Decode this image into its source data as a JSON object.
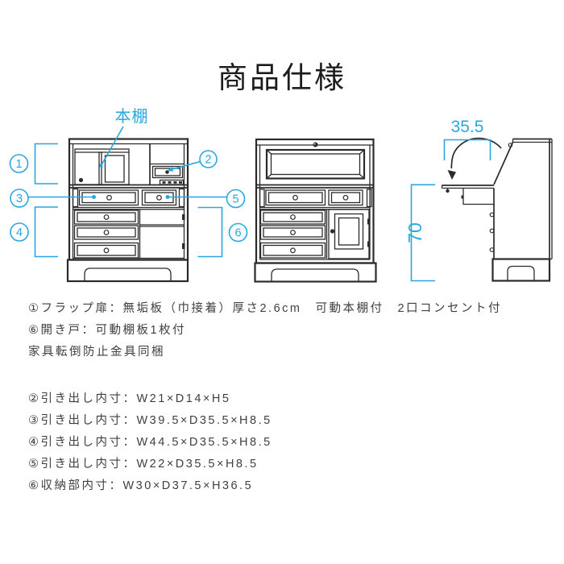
{
  "title": "商品仕様",
  "colors": {
    "annotation_blue": "#2aa7dc",
    "line_dark": "#2b2b2b",
    "body_text": "#3f3f3f"
  },
  "diagram": {
    "bookshelf_label": "本棚",
    "callouts": [
      "1",
      "2",
      "3",
      "4",
      "5",
      "6"
    ],
    "dimensions": {
      "flap_depth": "35.5",
      "desk_height": "70"
    }
  },
  "notes": [
    "①フラップ扉：無垢板（巾接着）厚さ2.6cm　可動本棚付　2口コンセント付",
    "⑥開き戸：可動棚板1枚付",
    "家具転倒防止金具同梱"
  ],
  "inner_dimensions": [
    "②引き出し内寸：W21×D14×H5",
    "③引き出し内寸：W39.5×D35.5×H8.5",
    "④引き出し内寸：W44.5×D35.5×H8.5",
    "⑤引き出し内寸：W22×D35.5×H8.5",
    "⑥収納部内寸：W30×D37.5×H36.5"
  ]
}
